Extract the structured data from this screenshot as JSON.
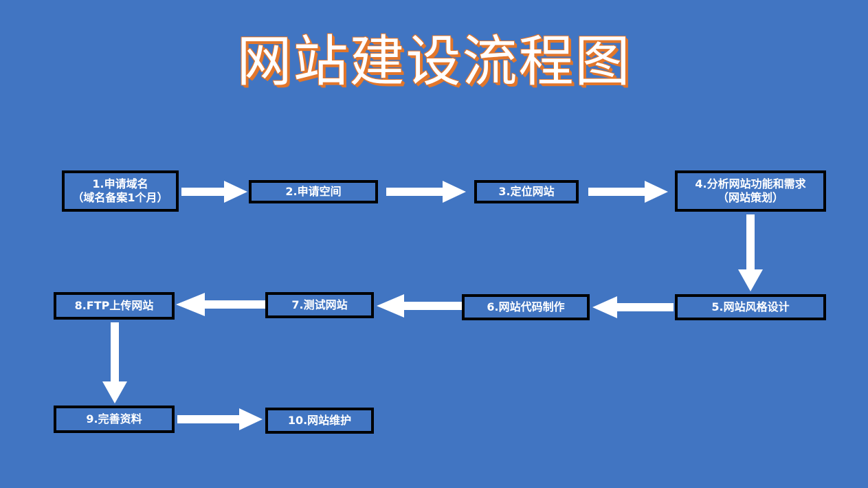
{
  "slide": {
    "title": "网站建设流程图",
    "background_color": "#4175c2",
    "title_fill_color": "#ffffff",
    "title_outline_color": "#e2762b",
    "box_border_color": "#000000",
    "box_text_color": "#ffffff",
    "arrow_color": "#ffffff"
  },
  "flowchart": {
    "type": "process-flow",
    "nodes": [
      {
        "id": "n1",
        "number": "1",
        "line1": "1.申请域名",
        "line2": "（域名备案1个月）",
        "row": 1,
        "col": 1
      },
      {
        "id": "n2",
        "number": "2",
        "line1": "2.申请空间",
        "line2": "",
        "row": 1,
        "col": 2
      },
      {
        "id": "n3",
        "number": "3",
        "line1": "3.定位网站",
        "line2": "",
        "row": 1,
        "col": 3
      },
      {
        "id": "n4",
        "number": "4",
        "line1": "4.分析网站功能和需求",
        "line2": "（网站策划）",
        "row": 1,
        "col": 4
      },
      {
        "id": "n5",
        "number": "5",
        "line1": "5.网站风格设计",
        "line2": "",
        "row": 2,
        "col": 4
      },
      {
        "id": "n6",
        "number": "6",
        "line1": "6.网站代码制作",
        "line2": "",
        "row": 2,
        "col": 3
      },
      {
        "id": "n7",
        "number": "7",
        "line1": "7.测试网站",
        "line2": "",
        "row": 2,
        "col": 2
      },
      {
        "id": "n8",
        "number": "8",
        "line1": "8.FTP上传网站",
        "line2": "",
        "row": 2,
        "col": 1
      },
      {
        "id": "n9",
        "number": "9",
        "line1": "9.完善资料",
        "line2": "",
        "row": 3,
        "col": 1
      },
      {
        "id": "n10",
        "number": "10",
        "line1": "10.网站维护",
        "line2": "",
        "row": 3,
        "col": 2
      }
    ],
    "edges": [
      {
        "from": "n1",
        "to": "n2",
        "direction": "right"
      },
      {
        "from": "n2",
        "to": "n3",
        "direction": "right"
      },
      {
        "from": "n3",
        "to": "n4",
        "direction": "right"
      },
      {
        "from": "n4",
        "to": "n5",
        "direction": "down"
      },
      {
        "from": "n5",
        "to": "n6",
        "direction": "left"
      },
      {
        "from": "n6",
        "to": "n7",
        "direction": "left"
      },
      {
        "from": "n7",
        "to": "n8",
        "direction": "left"
      },
      {
        "from": "n8",
        "to": "n9",
        "direction": "down"
      },
      {
        "from": "n9",
        "to": "n10",
        "direction": "right"
      }
    ]
  }
}
